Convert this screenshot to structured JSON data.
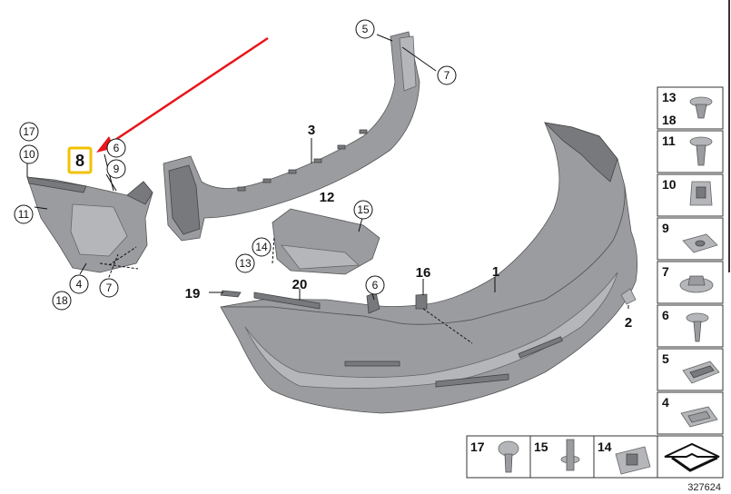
{
  "highlight": {
    "label": "8",
    "color": "#f2c200"
  },
  "arrow_color": "#e8151b",
  "callouts": {
    "c17": "17",
    "c10": "10",
    "c11": "11",
    "c6a": "6",
    "c9": "9",
    "c4": "4",
    "c18": "18",
    "c7a": "7",
    "c5": "5",
    "c7b": "7",
    "c3": "3",
    "c12": "12",
    "c15": "15",
    "c14": "14",
    "c13": "13",
    "c19": "19",
    "c20": "20",
    "c6b": "6",
    "c16": "16",
    "c1": "1",
    "c2": "2"
  },
  "side_panel": [
    {
      "label": "13",
      "label2": "18",
      "icon": "push-clip-icon"
    },
    {
      "label": "11",
      "icon": "expanding-rivet-icon"
    },
    {
      "label": "10",
      "icon": "clip-nut-icon"
    },
    {
      "label": "9",
      "icon": "square-nut-icon"
    },
    {
      "label": "7",
      "icon": "hex-nut-icon"
    },
    {
      "label": "6",
      "icon": "flange-screw-icon"
    },
    {
      "label": "5",
      "icon": "spring-clip-icon"
    },
    {
      "label": "4",
      "icon": "sheet-nut-icon"
    }
  ],
  "bottom_panel": [
    {
      "label": "17",
      "icon": "torx-bolt-icon"
    },
    {
      "label": "15",
      "icon": "stud-screw-icon"
    },
    {
      "label": "14",
      "icon": "clip-nut-icon"
    },
    {
      "label": "",
      "icon": "direction-symbol-icon"
    }
  ],
  "diagram_number": "327624"
}
